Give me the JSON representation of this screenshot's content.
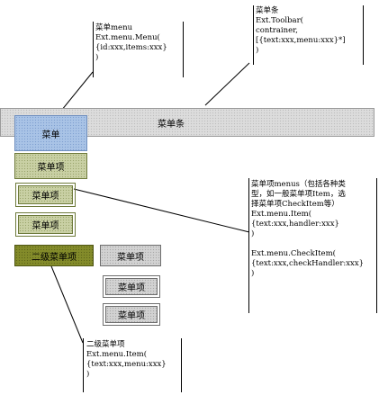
{
  "annotations": {
    "menu": {
      "lines": [
        "菜单menu",
        "Ext.menu.Menu(",
        "{id:xxx,items:xxx}",
        ")"
      ]
    },
    "toolbar": {
      "lines": [
        "菜单条",
        "Ext.Toolbar(",
        "contrainer,",
        "[{text:xxx,menu:xxx}*]",
        ")"
      ]
    },
    "menu_items": {
      "lines": [
        "菜单项menus（包括各种类",
        "型，如一般菜单项Item，选",
        "择菜单项CheckItem等）",
        "Ext.menu.Item(",
        "{text:xxx,handler:xxx}",
        ")",
        "",
        "Ext.menu.CheckItem(",
        "{text:xxx,checkHandler:xxx}",
        ")"
      ]
    },
    "submenu": {
      "lines": [
        "二级菜单项",
        "Ext.menu.Item(",
        "{text:xxx,menu:xxx}",
        ")"
      ]
    }
  },
  "diagram": {
    "toolbar_label": "菜单条",
    "menu_button_label": "菜单",
    "menu_items": [
      "菜单项",
      "菜单项",
      "菜单项"
    ],
    "submenu_parent_label": "二级菜单项",
    "submenu_items": [
      "菜单项",
      "菜单项",
      "菜单项"
    ]
  }
}
